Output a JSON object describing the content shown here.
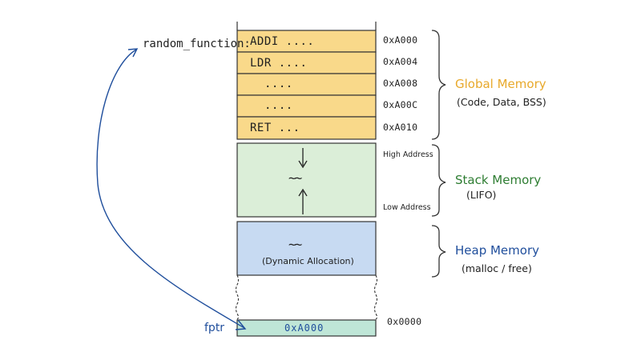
{
  "function_label": "random_function:",
  "instructions": [
    "ADDI ....",
    "LDR ....",
    "....",
    "....",
    "RET ..."
  ],
  "addresses": [
    "0xA000",
    "0xA004",
    "0xA008",
    "0xA00C",
    "0xA010"
  ],
  "stack": {
    "high_label": "High Address",
    "low_label": "Low Address",
    "squiggle": "~~"
  },
  "heap": {
    "squiggle": "~~",
    "label": "(Dynamic Allocation)"
  },
  "pointer": {
    "name": "fptr",
    "value": "0xA000",
    "bottom_address": "0x0000"
  },
  "regions": {
    "global": {
      "title": "Global Memory",
      "subtitle": "(Code, Data, BSS)",
      "color": "#e8a92b"
    },
    "stack": {
      "title": "Stack Memory",
      "subtitle": "(LIFO)",
      "color": "#2e7d32"
    },
    "heap": {
      "title": "Heap Memory",
      "subtitle": "(malloc / free)",
      "color": "#1f4e9c"
    }
  },
  "colors": {
    "global_fill": "#f9d98a",
    "stack_fill": "#dbeed8",
    "heap_fill": "#c7daf2",
    "pointer_fill": "#bfe6d7",
    "arrow": "#1f4e9c"
  }
}
